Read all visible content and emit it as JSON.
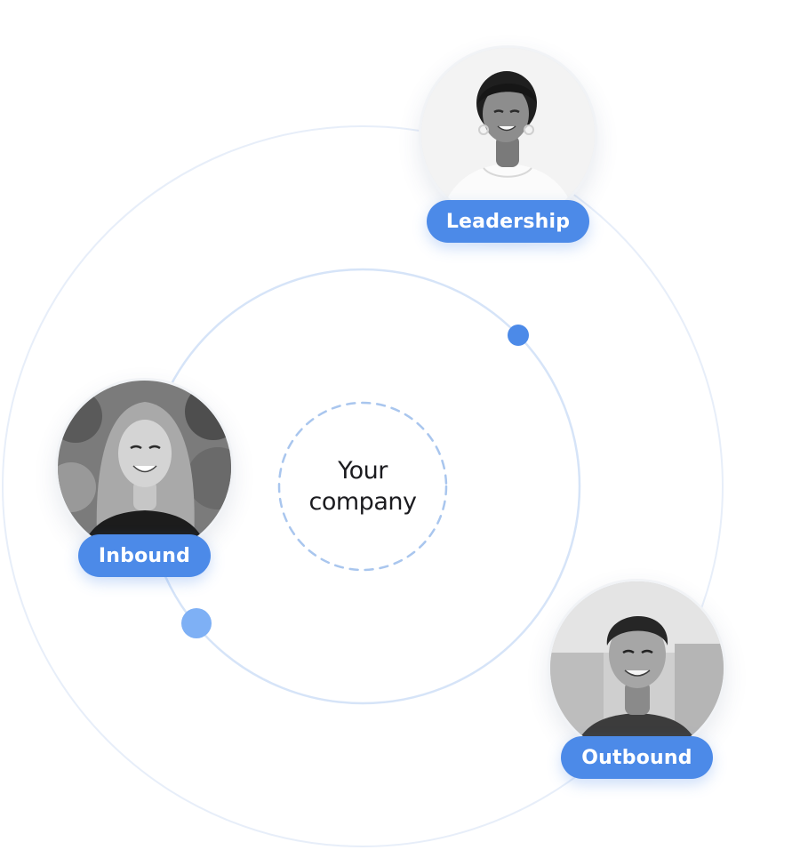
{
  "center": {
    "line1": "Your",
    "line2": "company"
  },
  "nodes": [
    {
      "id": "leadership",
      "label": "Leadership",
      "icon": "person-photo-woman-hoop-earrings"
    },
    {
      "id": "inbound",
      "label": "Inbound",
      "icon": "person-photo-woman-long-hair"
    },
    {
      "id": "outbound",
      "label": "Outbound",
      "icon": "person-photo-man-short-hair"
    }
  ],
  "colors": {
    "accent": "#4c8ae8",
    "accent_light": "#7eb0f5",
    "inner_orbit": "#d6e4f8",
    "outer_orbit": "#e7eef9",
    "dashed_center": "#a9c6ee",
    "text": "#1b1b1f"
  }
}
